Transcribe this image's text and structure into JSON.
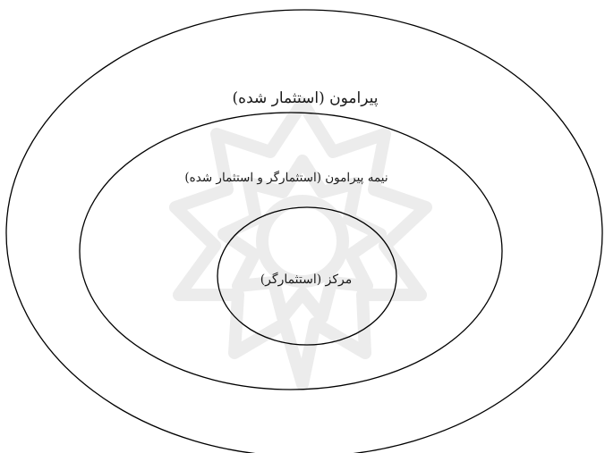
{
  "diagram": {
    "rings": [
      {
        "id": "outer",
        "label": "پیرامون (استثمار شده)"
      },
      {
        "id": "middle",
        "label": "نیمه پیرامون (استثمارگر و استثمار شده)"
      },
      {
        "id": "inner",
        "label": "مرکز (استثمارگر)"
      }
    ],
    "colors": {
      "stroke": "#000000",
      "watermark": "#ececec",
      "background": "#ffffff"
    }
  }
}
